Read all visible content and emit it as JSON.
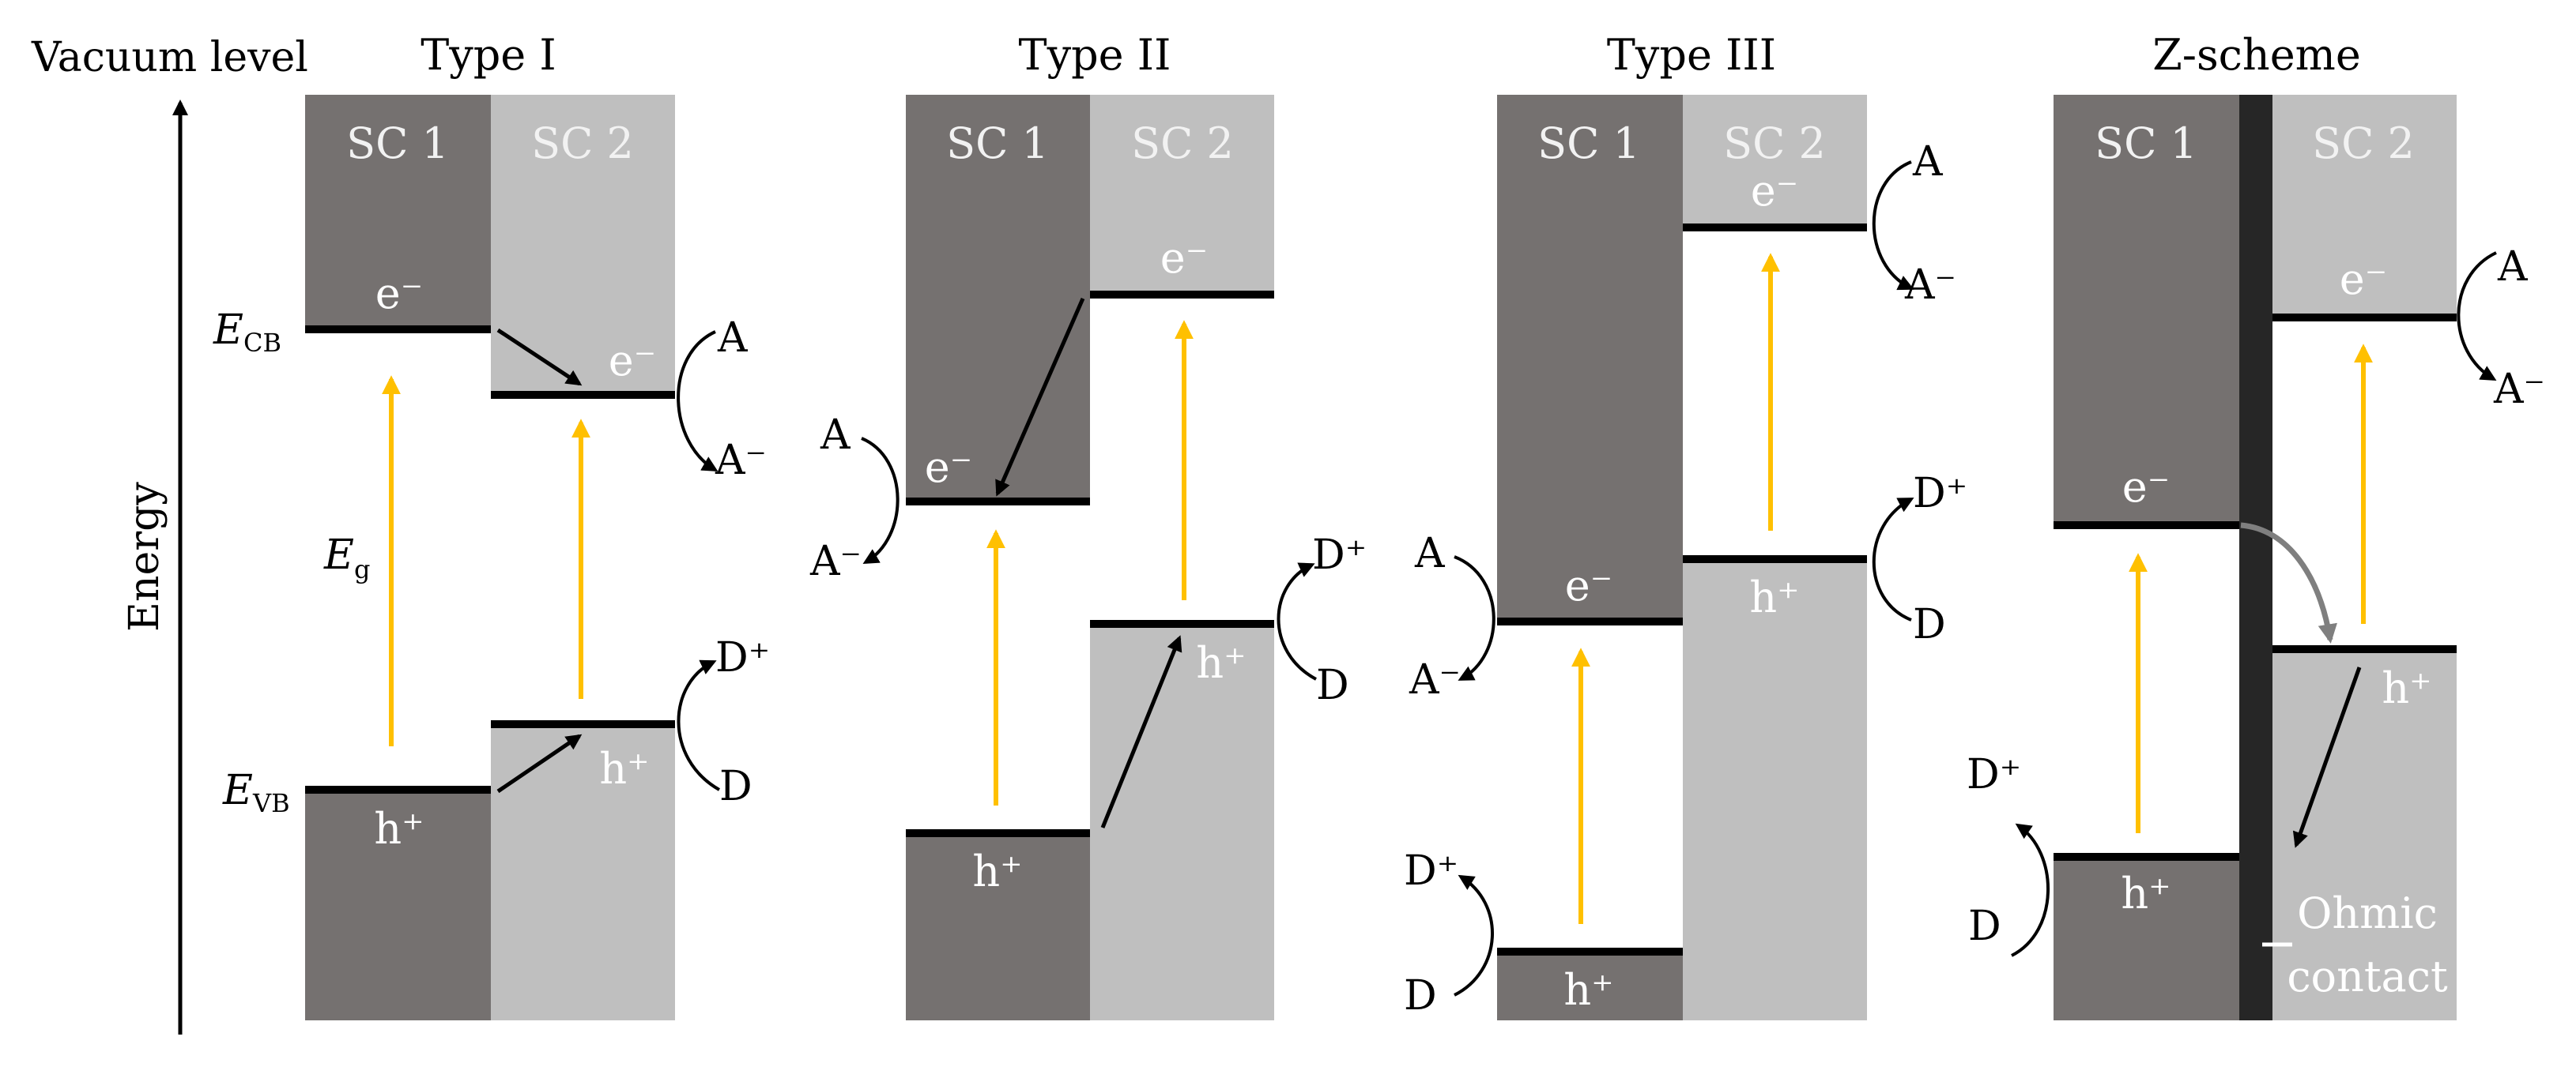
{
  "vacuum_level_label": "Vacuum level",
  "energy_axis_label": "Energy",
  "panels": [
    {
      "title": "Type I",
      "sc1": "SC 1",
      "sc2": "SC 2"
    },
    {
      "title": "Type II",
      "sc1": "SC 1",
      "sc2": "SC 2"
    },
    {
      "title": "Type III",
      "sc1": "SC 1",
      "sc2": "SC 2"
    },
    {
      "title": "Z-scheme",
      "sc1": "SC 1",
      "sc2": "SC 2"
    }
  ],
  "band_labels": {
    "ecb_main": "E",
    "ecb_sub": "CB",
    "evb_main": "E",
    "evb_sub": "VB",
    "eg_main": "E",
    "eg_sub": "g"
  },
  "carriers": {
    "electron": "e⁻",
    "hole": "h⁺"
  },
  "species": {
    "acceptor": "A",
    "acceptor_reduced": "A⁻",
    "donor": "D",
    "donor_oxidized": "D⁺"
  },
  "ohmic_contact_line1": "Ohmic",
  "ohmic_contact_line2": "contact",
  "colors": {
    "sc1": "#757170",
    "sc2": "#bfbfbf",
    "contact": "#262626",
    "excitation_arrow": "#ffc000",
    "transfer_arrow": "#000000",
    "z_arrow": "#7f7f7f",
    "band_edge": "#000000"
  }
}
